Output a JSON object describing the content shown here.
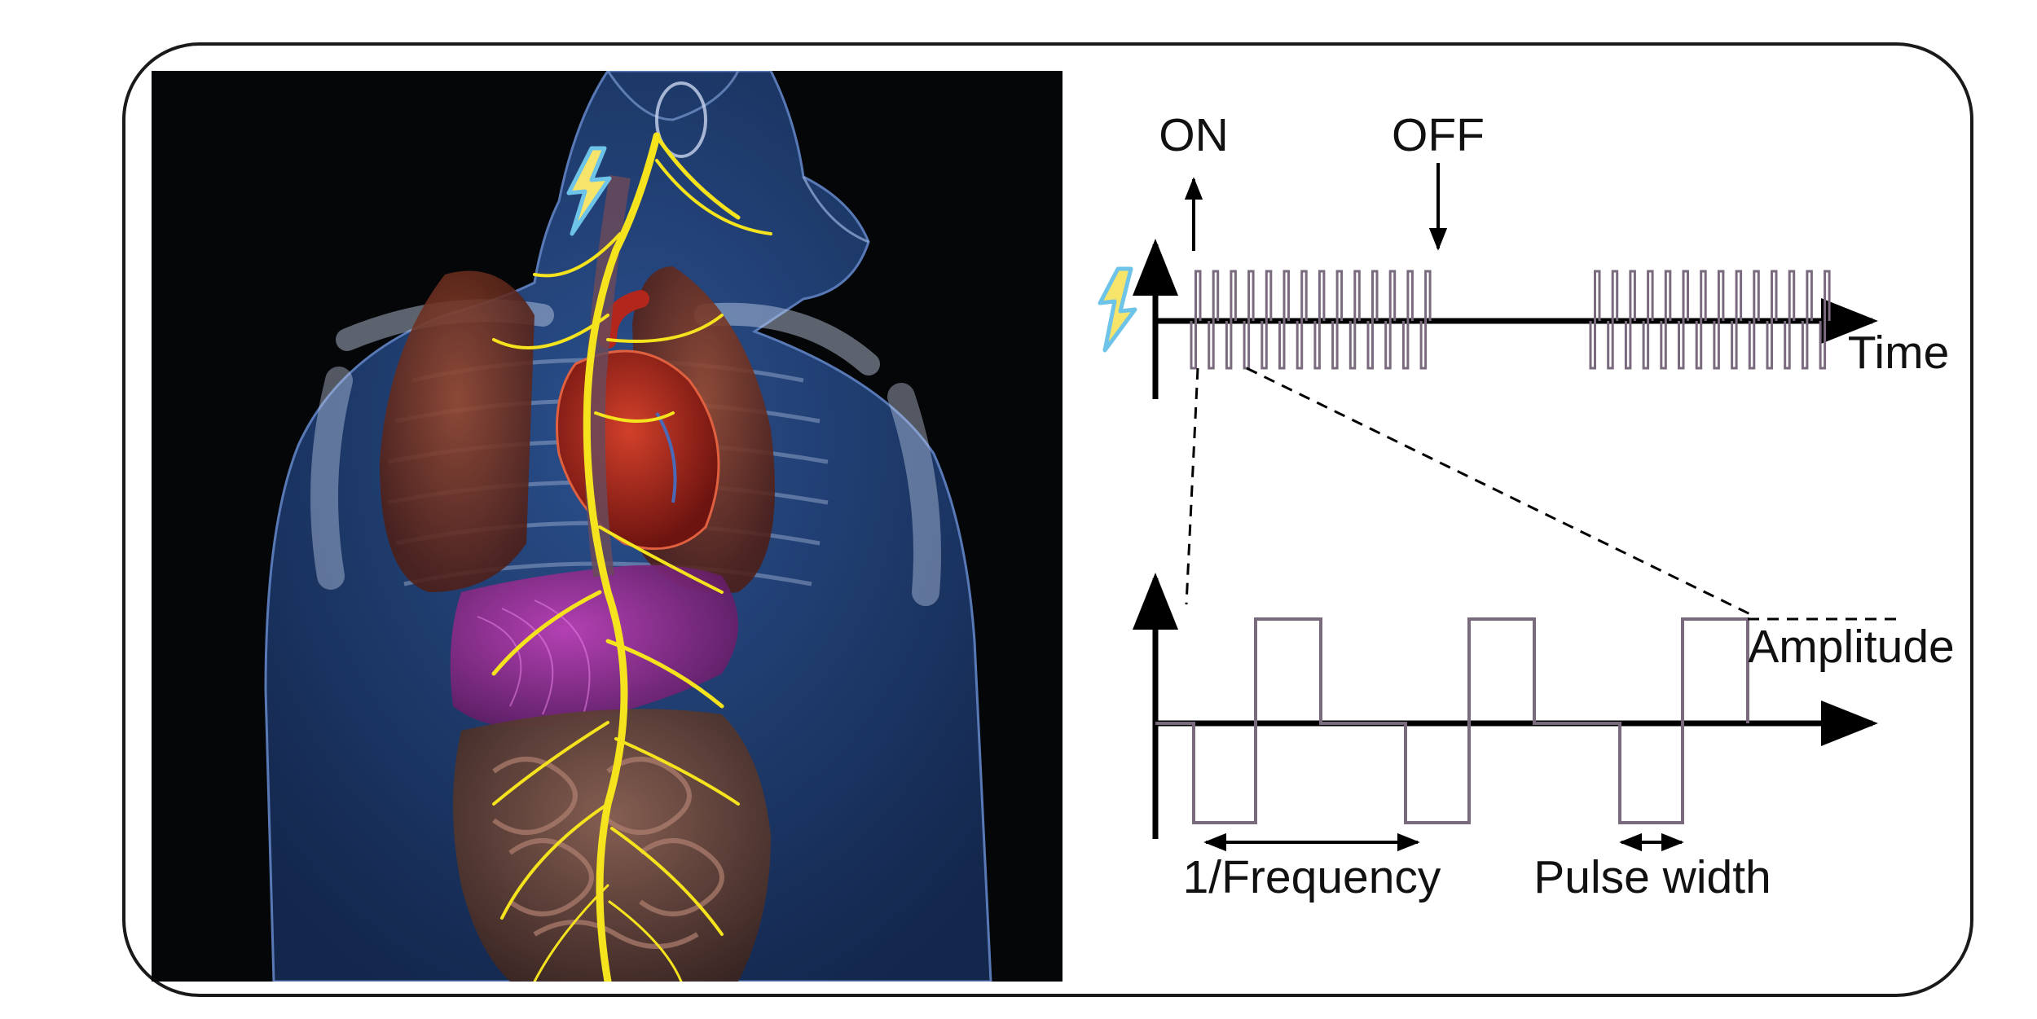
{
  "illustration": {
    "description_icon": "human-torso-vagus-nerve-illustration",
    "colors": {
      "background": "#050608",
      "body": "#1f3f7a",
      "nerve": "#f5e31e",
      "lungs": "#7a3020",
      "heart": "#b3261c",
      "stomach": "#8a2a8c",
      "intestine": "#6e4a3c",
      "lightning": "#f7e46a",
      "lightning_outline": "#6ec3e8"
    }
  },
  "stimulation_diagram": {
    "on_label": "ON",
    "off_label": "OFF",
    "time_label": "Time",
    "amplitude_label": "Amplitude",
    "frequency_label": "1/Frequency",
    "pulse_width_label": "Pulse width",
    "colors": {
      "axis": "#000000",
      "pulse": "#7a6a7e",
      "lightning": "#f7e46a",
      "lightning_outline": "#6ec3e8"
    }
  }
}
